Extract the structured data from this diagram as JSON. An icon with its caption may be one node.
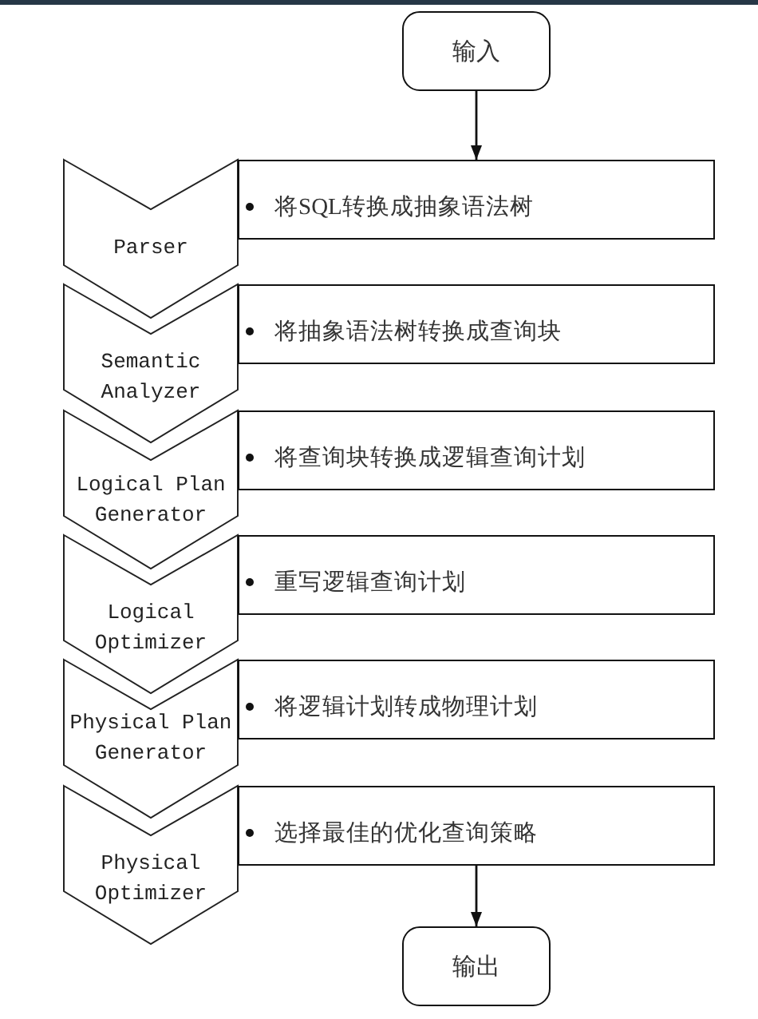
{
  "diagram": {
    "nodes": [
      {
        "text": [
          "输入"
        ]
      },
      {
        "text": [
          "Parser"
        ]
      },
      {
        "text": [
          "将SQL转换成抽象语法树"
        ]
      },
      {
        "text": [
          "Semantic Analyzer"
        ]
      },
      {
        "text": [
          "将抽象语法树转换成查询块"
        ]
      },
      {
        "text": [
          "Logical Plan Generator"
        ]
      },
      {
        "text": [
          "将查询块转换成逻辑查询计划"
        ]
      },
      {
        "text": [
          "Logical Optimizer"
        ]
      },
      {
        "text": [
          "重写逻辑查询计划"
        ]
      },
      {
        "text": [
          "Physical Plan Generator"
        ]
      },
      {
        "text": [
          "将逻辑计划转成物理计划"
        ]
      },
      {
        "text": [
          "Physical Optimizer"
        ]
      },
      {
        "text": [
          "选择最佳的优化查询策略"
        ]
      },
      {
        "text": [
          "输出"
        ]
      }
    ],
    "edges": [
      {
        "from": 0,
        "to": 2,
        "arrow": "to"
      },
      {
        "from": 12,
        "to": 13,
        "arrow": "to"
      }
    ]
  }
}
